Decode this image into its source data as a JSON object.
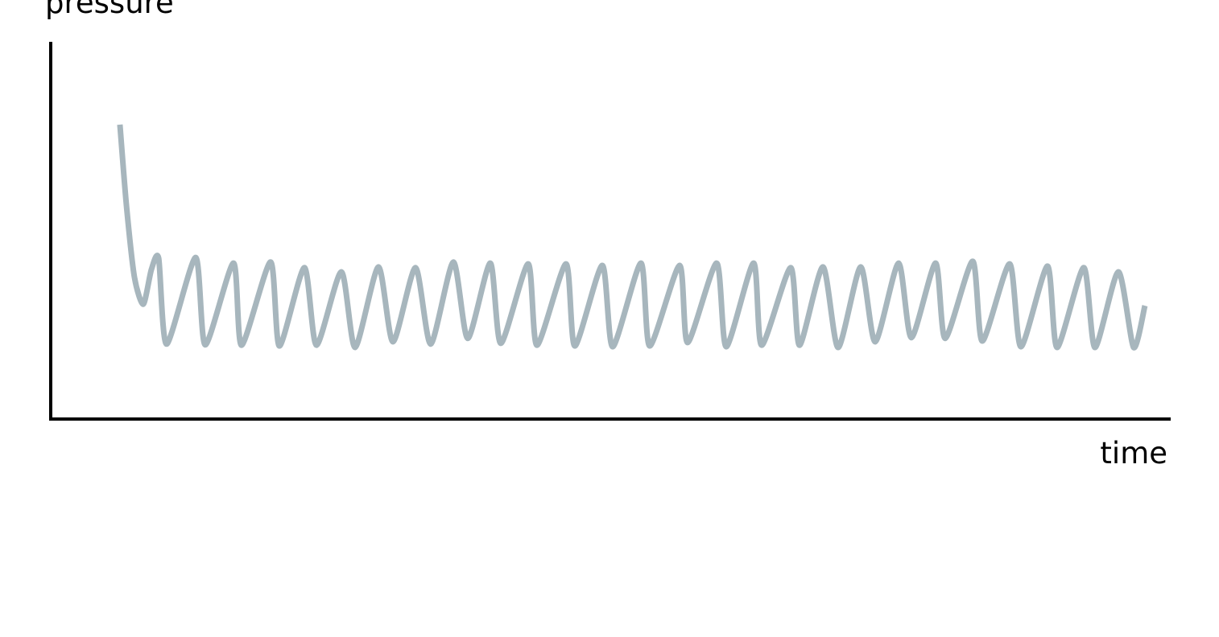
{
  "chart_data": {
    "type": "line",
    "title": "",
    "xlabel": "time",
    "ylabel": "pressure",
    "xlim": [
      0,
      100
    ],
    "ylim": [
      0,
      100
    ],
    "grid": false,
    "ticks": false,
    "line_color": "#a7b6bd",
    "axis_color": "#000000",
    "series": [
      {
        "x": [
          6.25,
          6.83,
          7.55,
          8.34,
          9.06,
          9.71,
          10.42,
          13.01,
          13.87,
          16.39,
          17.11,
          19.7,
          20.49,
          22.72,
          23.8,
          26.02,
          27.25,
          29.33,
          30.63,
          32.64,
          34.0,
          36.02,
          37.31,
          39.32,
          40.26,
          42.7,
          43.49,
          46.08,
          46.87,
          49.32,
          50.25,
          52.77,
          53.56,
          56.22,
          56.94,
          59.53,
          60.39,
          62.83,
          63.55,
          66.14,
          66.93,
          69.02,
          70.38,
          72.39,
          73.69,
          75.77,
          76.92,
          79.08,
          79.94,
          82.39,
          83.25,
          85.69,
          86.7,
          89.07,
          89.93,
          92.31,
          93.31,
          95.4,
          96.76,
          97.77
        ],
        "y": [
          78.0,
          56.6,
          37.4,
          30.3,
          39.5,
          42.5,
          19.7,
          42.7,
          19.5,
          41.2,
          19.4,
          41.5,
          19.2,
          40.0,
          19.4,
          38.9,
          18.8,
          40.2,
          20.3,
          40.0,
          19.7,
          41.5,
          21.2,
          41.2,
          19.9,
          41.0,
          19.4,
          41.0,
          19.2,
          40.6,
          19.0,
          41.2,
          19.2,
          40.6,
          20.1,
          41.2,
          19.0,
          41.2,
          19.4,
          40.0,
          19.4,
          40.2,
          18.8,
          40.2,
          20.3,
          41.2,
          21.4,
          41.2,
          21.2,
          41.7,
          20.5,
          41.0,
          19.0,
          40.4,
          18.8,
          40.0,
          18.8,
          38.9,
          18.8,
          29.9
        ]
      }
    ]
  }
}
